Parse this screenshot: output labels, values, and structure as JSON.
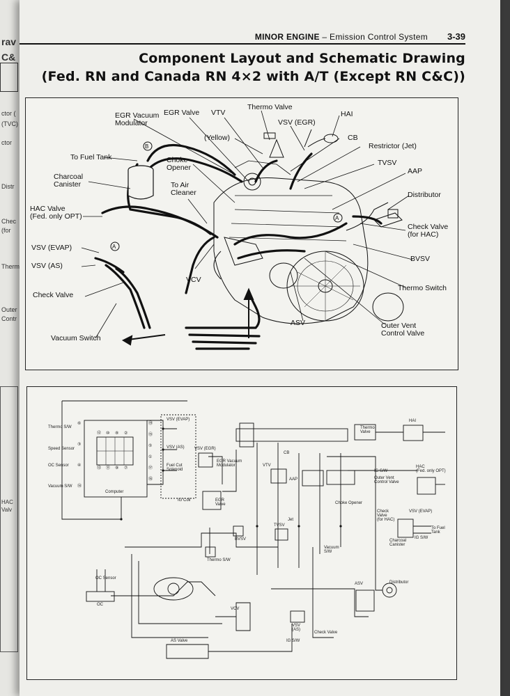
{
  "header": {
    "section": "MINOR ENGINE",
    "dash": "–",
    "subsection": "Emission Control System",
    "page_number": "3-39"
  },
  "title": {
    "line1": "Component Layout and Schematic Drawing",
    "line2": "(Fed. RN and Canada RN 4×2 with A/T (Except RN C&C))"
  },
  "layout_labels": {
    "egr_vacuum_modulator": "EGR Vacuum\nModulator",
    "egr_valve": "EGR Valve",
    "vtv": "VTV",
    "thermo_valve": "Thermo Valve",
    "hai": "HAI",
    "vsv_egr": "VSV (EGR)",
    "yellow": "(Yellow)",
    "cb": "CB",
    "restrictor_jet": "Restrictor (Jet)",
    "to_fuel_tank": "To Fuel Tank",
    "choke_opener": "Choke\nOpener",
    "tvsv": "TVSV",
    "aap": "AAP",
    "charcoal_canister": "Charcoal\nCanister",
    "to_air_cleaner": "To Air\nCleaner",
    "distributor": "Distributor",
    "hac_valve": "HAC Valve\n(Fed. only OPT)",
    "check_valve_hac": "Check Valve\n(for HAC)",
    "vsv_evap": "VSV (EVAP)",
    "bvsv": "BVSV",
    "vsv_as": "VSV (AS)",
    "vcv": "VCV",
    "thermo_switch": "Thermo Switch",
    "check_valve": "Check Valve",
    "asv": "ASV",
    "outer_vent_control_valve": "Outer Vent\nControl Valve",
    "vacuum_switch": "Vacuum Switch",
    "marker_a": "A",
    "marker_b": "B"
  },
  "schematic_labels": {
    "thermo_sw": "Thermo S/W",
    "speed_sensor": "Speed Sensor",
    "oc_sensor_left": "OC Sensor",
    "vacuum_sw": "Vacuum S/W",
    "computer": "Computer",
    "vsv_evap": "VSV (EVAP)",
    "vsv_as": "VSV (AS)",
    "fuel_cut_solenoid": "Fuel Cut\nSolenoid",
    "ig_coil": "IG Coil",
    "vsv_egr": "VSV (EGR)",
    "egr_vacuum_modulator": "EGR Vacuum\nModulator",
    "vtv": "VTV",
    "thermo_valve": "Thermo\nValve",
    "hai": "HAI",
    "cb": "CB",
    "aap": "AAP",
    "ig_sw": "IG S/W",
    "outer_vent_control_valve": "Outer Vent\nControl Valve",
    "hac": "HAC\n(Fed. only OPT)",
    "egr_valve": "EGR\nValve",
    "choke_opener": "Choke Opener",
    "check_valve_hac": "Check\nValve\n(for HAC)",
    "vsv_evap_right": "VSV (EVAP)",
    "charcoal_canister": "Charcoal\nCanister",
    "ig_sw_right": "IG S/W",
    "to_fuel_tank": "To Fuel\nTank",
    "jet": "Jet",
    "bvsv": "BVSV",
    "tvsv": "TVSV",
    "thermo_sw_bottom": "Thermo S/W",
    "vacuum_sw_bottom": "Vacuum\nS/W",
    "oc_sensor": "OC Sensor",
    "oc": "OC",
    "distributor": "Distributor",
    "asv": "ASV",
    "vcv": "VCV",
    "as_valve": "AS Valve",
    "vsv_as_bottom": "VSV\n(AS)",
    "ig_sw_bottom": "IG S/W",
    "check_valve": "Check Valve",
    "pin_numbers": [
      "⑫",
      "⑩",
      "⑧",
      "②",
      "⑬",
      "⑪",
      "⑨",
      "⑦",
      "⑲",
      "⑮",
      "⑤",
      "①",
      "⑰",
      "⑯",
      "⑥",
      "③",
      "④",
      "⑭"
    ]
  },
  "prev_page_fragments": [
    "rav",
    "C&",
    "ctor (",
    "(TVC)",
    "ctor",
    "Distr",
    "Chec",
    "(for",
    "Thermo",
    "Outer",
    "Contr",
    "HAC",
    "Valv"
  ],
  "colors": {
    "page": "#efefeb",
    "ink": "#111111",
    "background": "#3a3a3a"
  }
}
